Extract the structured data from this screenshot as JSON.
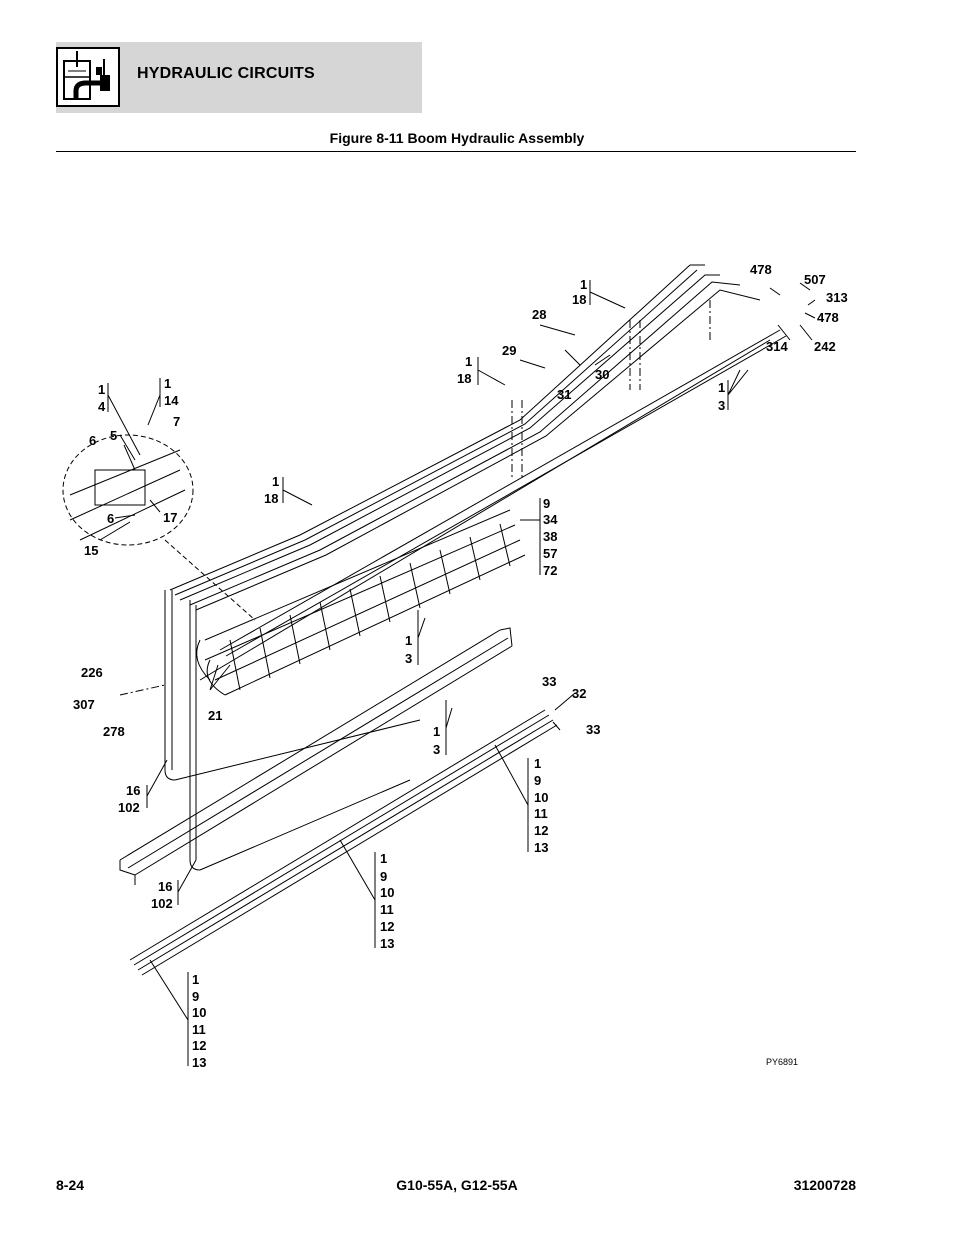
{
  "header": {
    "section_title": "HYDRAULIC CIRCUITS",
    "icon": "hydraulic-circuits-icon"
  },
  "figure": {
    "title": "Figure 8-11 Boom Hydraulic Assembly",
    "drawing_id": "PY6891",
    "callouts": {
      "c1": "1",
      "c2": "18",
      "c3": "28",
      "c4": "29",
      "c5": "30",
      "c6": "1",
      "c7": "18",
      "c8": "31",
      "c9": "478",
      "c10": "507",
      "c11": "313",
      "c12": "478",
      "c13": "314",
      "c14": "242",
      "c15": "1",
      "c16": "3",
      "c17": "1",
      "c18": "4",
      "c19": "1",
      "c20": "14",
      "c21": "7",
      "c22": "6",
      "c23": "5",
      "c24": "6",
      "c25": "17",
      "c26": "15",
      "c27": "1",
      "c28": "18",
      "c29": "9",
      "c30": "34",
      "c31": "38",
      "c32": "57",
      "c33": "72",
      "c34": "1",
      "c35": "3",
      "c36": "226",
      "c37": "307",
      "c38": "278",
      "c39": "21",
      "c40": "33",
      "c41": "32",
      "c42": "33",
      "c43": "1",
      "c44": "3",
      "c45": "1",
      "c46": "9",
      "c47": "10",
      "c48": "11",
      "c49": "12",
      "c50": "13",
      "c51": "16",
      "c52": "102",
      "c53": "16",
      "c54": "102",
      "c55": "1",
      "c56": "9",
      "c57": "10",
      "c58": "11",
      "c59": "12",
      "c60": "13",
      "c61": "1",
      "c62": "9",
      "c63": "10",
      "c64": "11",
      "c65": "12",
      "c66": "13"
    }
  },
  "footer": {
    "page_number": "8-24",
    "models": "G10-55A, G12-55A",
    "manual_number": "31200728"
  }
}
